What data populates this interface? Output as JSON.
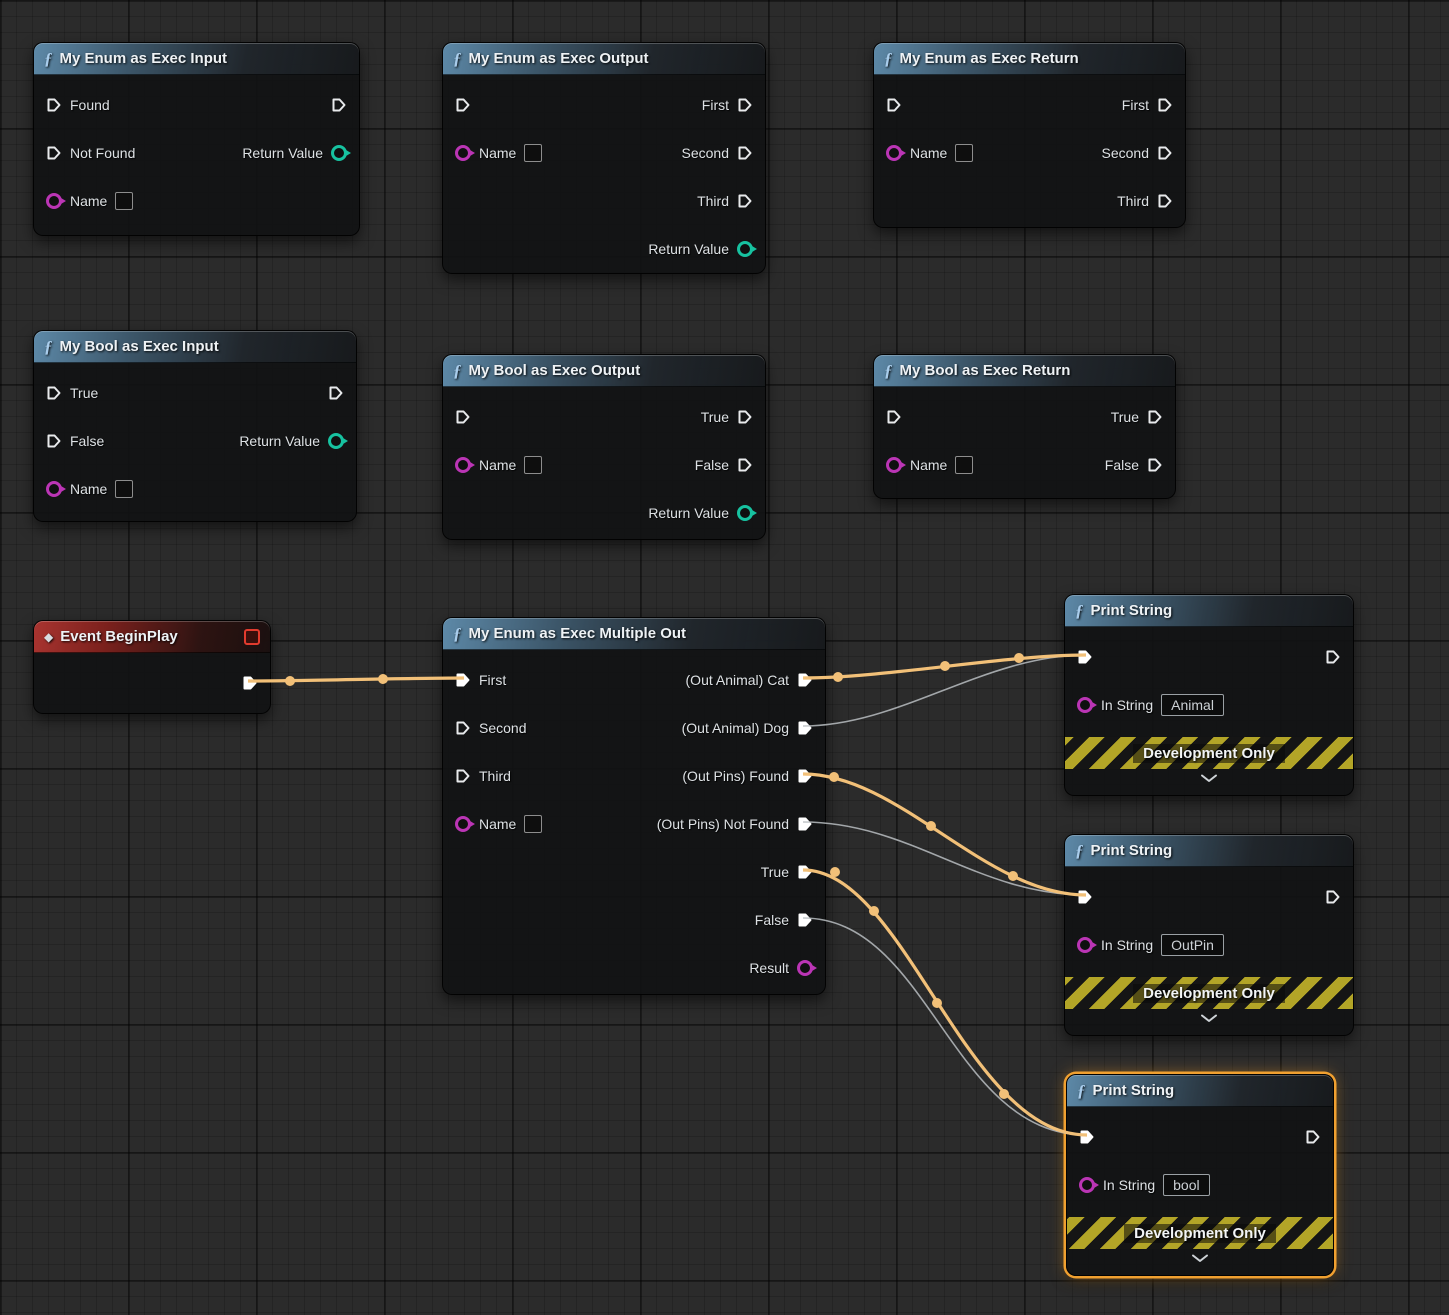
{
  "colors": {
    "background": "#2b2b2b",
    "wire_exec_active": "#f2c078",
    "wire_exec_inactive": "#b9bdc1",
    "pin_exec": "#ffffff",
    "pin_enum": "#bb35b5",
    "pin_return_value": "#17c2a0",
    "selection": "#f0a030",
    "function_header": "#5d89a8",
    "event_header": "#a93430",
    "banner_stripe": "#b3a527"
  },
  "icons": {
    "function": "ƒ",
    "event": "◆"
  },
  "nodes": {
    "enum_input": {
      "title": "My Enum as Exec Input",
      "pins": {
        "found": "Found",
        "not_found": "Not Found",
        "name": "Name",
        "return_value": "Return Value"
      }
    },
    "enum_output": {
      "title": "My Enum as Exec Output",
      "pins": {
        "name": "Name",
        "first": "First",
        "second": "Second",
        "third": "Third",
        "return_value": "Return Value"
      }
    },
    "enum_return": {
      "title": "My Enum as Exec Return",
      "pins": {
        "name": "Name",
        "first": "First",
        "second": "Second",
        "third": "Third"
      }
    },
    "bool_input": {
      "title": "My Bool as Exec Input",
      "pins": {
        "true": "True",
        "false": "False",
        "name": "Name",
        "return_value": "Return Value"
      }
    },
    "bool_output": {
      "title": "My Bool as Exec Output",
      "pins": {
        "name": "Name",
        "true": "True",
        "false": "False",
        "return_value": "Return Value"
      }
    },
    "bool_return": {
      "title": "My Bool as Exec Return",
      "pins": {
        "name": "Name",
        "true": "True",
        "false": "False"
      }
    },
    "event_begin_play": {
      "title": "Event BeginPlay"
    },
    "multiple_out": {
      "title": "My Enum as Exec Multiple Out",
      "pins": {
        "first": "First",
        "second": "Second",
        "third": "Third",
        "name": "Name",
        "cat": "(Out Animal) Cat",
        "dog": "(Out Animal) Dog",
        "found": "(Out Pins) Found",
        "not_found": "(Out Pins) Not Found",
        "true": "True",
        "false": "False",
        "result": "Result"
      }
    },
    "print_string_1": {
      "title": "Print String",
      "pins": {
        "in_string": "In String"
      },
      "value": "Animal",
      "banner": "Development Only"
    },
    "print_string_2": {
      "title": "Print String",
      "pins": {
        "in_string": "In String"
      },
      "value": "OutPin",
      "banner": "Development Only"
    },
    "print_string_3": {
      "title": "Print String",
      "pins": {
        "in_string": "In String"
      },
      "value": "bool",
      "banner": "Development Only",
      "selected": "true"
    }
  }
}
